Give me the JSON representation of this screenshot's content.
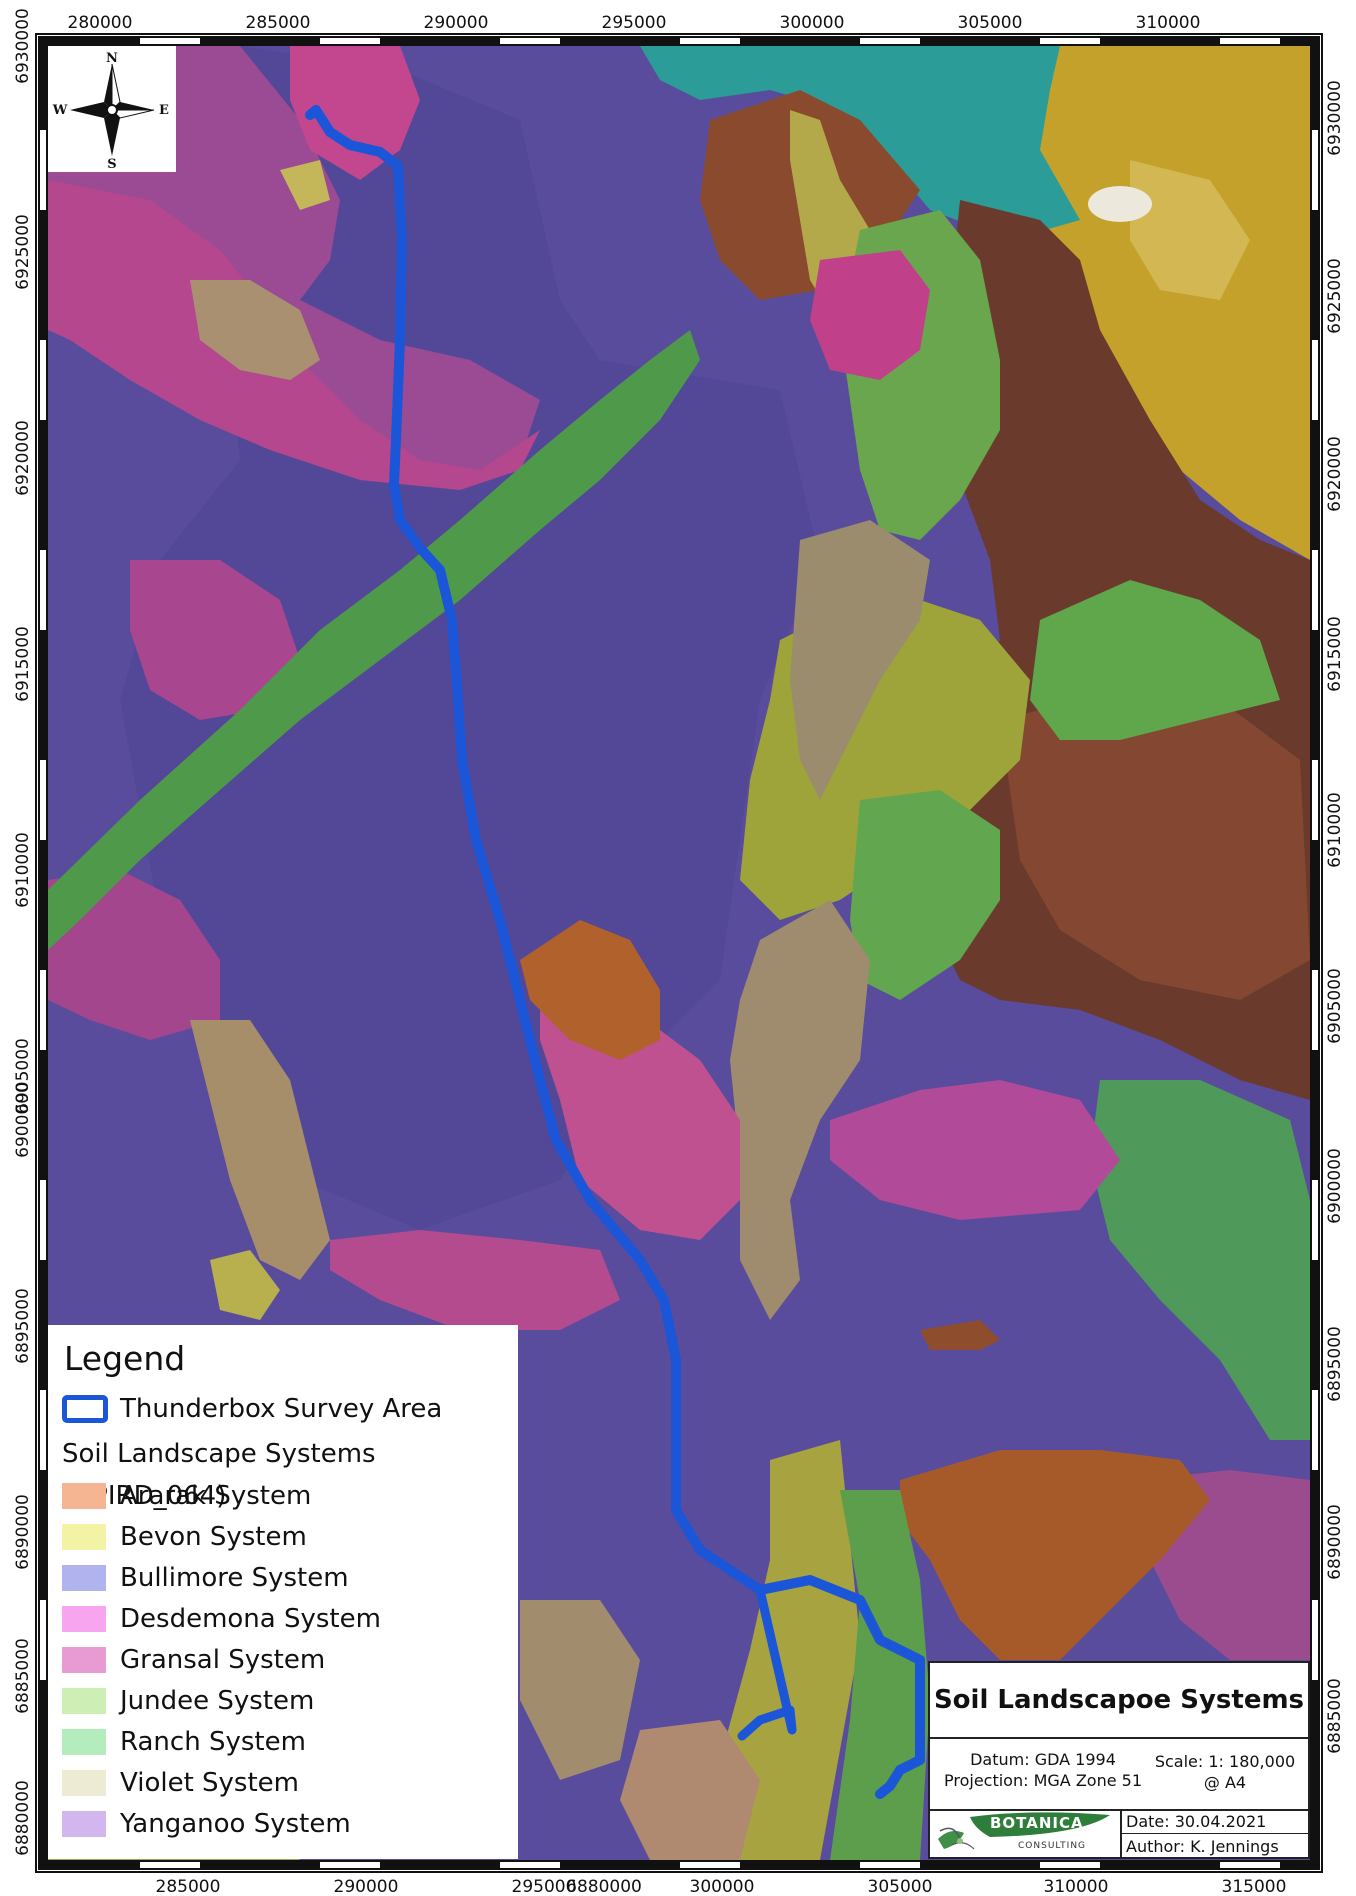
{
  "map": {
    "top_ticks": [
      "280000",
      "285000",
      "290000",
      "295000",
      "300000",
      "305000",
      "310000"
    ],
    "bottom_ticks": [
      "285000",
      "290000",
      "295000",
      "6880000",
      "300000",
      "305000",
      "310000",
      "315000"
    ],
    "left_ticks": [
      "6930000",
      "6925000",
      "6920000",
      "6915000",
      "6910000",
      "6905000",
      "6900000",
      "6895000",
      "6890000",
      "6885000",
      "6880000"
    ],
    "right_ticks": [
      "6930000",
      "6925000",
      "6920000",
      "6915000",
      "6910000",
      "6905000",
      "6900000",
      "6895000",
      "6890000",
      "6885000"
    ],
    "compass": {
      "n": "N",
      "s": "S",
      "e": "E",
      "w": "W"
    }
  },
  "legend": {
    "title": "Legend",
    "survey_label": "Thunderbox Survey Area",
    "survey_color": "#1b55d8",
    "subtitle": "Soil Landscape Systems (DPIRD_064)",
    "items": [
      {
        "label": "Ararak System",
        "color": "#f6b592"
      },
      {
        "label": "Bevon System",
        "color": "#f3f3a6"
      },
      {
        "label": "Bullimore System",
        "color": "#b1b3ee"
      },
      {
        "label": "Desdemona System",
        "color": "#f7a5ef"
      },
      {
        "label": "Gransal System",
        "color": "#e89ad2"
      },
      {
        "label": "Jundee System",
        "color": "#cdefb6"
      },
      {
        "label": "Ranch System",
        "color": "#b4ecbe"
      },
      {
        "label": "Violet System",
        "color": "#eeebd5"
      },
      {
        "label": "Yanganoo System",
        "color": "#d3b6ee"
      }
    ]
  },
  "titlebox": {
    "title": "Soil Landscapoe Systems",
    "datum": "Datum: GDA 1994",
    "projection": "Projection: MGA Zone 51",
    "scale": "Scale: 1: 180,000",
    "paper": "@ A4",
    "date": "Date: 30.04.2021",
    "author": "Author: K. Jennings",
    "logo_name": "BOTANICA",
    "logo_sub": "CONSULTING"
  }
}
